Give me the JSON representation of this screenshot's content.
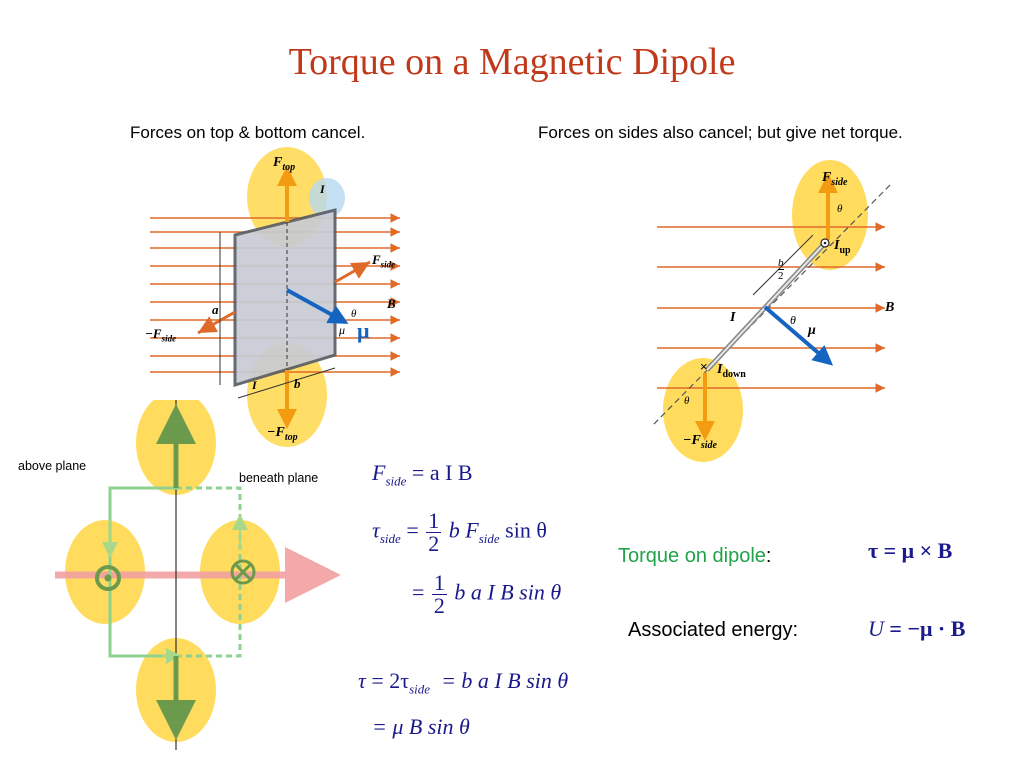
{
  "title": "Torque on a Magnetic Dipole",
  "captions": {
    "left": "Forces on top & bottom cancel.",
    "right": "Forces on sides also cancel; but give net torque."
  },
  "plane_labels": {
    "above": "above plane",
    "beneath": "beneath plane"
  },
  "diagram_labels": {
    "f_top": "F",
    "f_top_sub": "top",
    "neg_f_top": "−F",
    "neg_f_top_sub": "top",
    "f_side": "F",
    "f_side_sub": "side",
    "neg_f_side": "−F",
    "neg_f_side_sub": "side",
    "current": "I",
    "current_up": "I",
    "current_up_sub": "up",
    "current_down": "I",
    "current_down_sub": "down",
    "field": "B",
    "moment": "μ",
    "moment_blue": "μ",
    "side_a": "a",
    "side_b": "b",
    "half_b_num": "b",
    "half_b_den": "2",
    "theta": "θ"
  },
  "equations": {
    "f_side": "= a  I  B",
    "tau_side_rhs": "b F",
    "sin_theta": "sin θ",
    "tau_side_line2": "b a  I  B sin θ",
    "half_num": "1",
    "half_den": "2",
    "tau_total": "= b a  I  B sin θ",
    "tau_total_line2": "= μ B sin θ"
  },
  "dipole": {
    "torque_label": "Torque on dipole",
    "torque_colon": ":",
    "torque_formula": "τ = μ × B",
    "energy_label": "Associated energy:",
    "energy_formula_u": "U",
    "energy_formula_rest": "= −μ · B"
  },
  "colors": {
    "title": "#c0391b",
    "field_arrow": "#e06a2a",
    "force_arrow": "#f39c12",
    "highlight": "#ffd84d",
    "moment": "#1565c0",
    "equation": "#1a1a8c",
    "green": "#22a24a"
  }
}
